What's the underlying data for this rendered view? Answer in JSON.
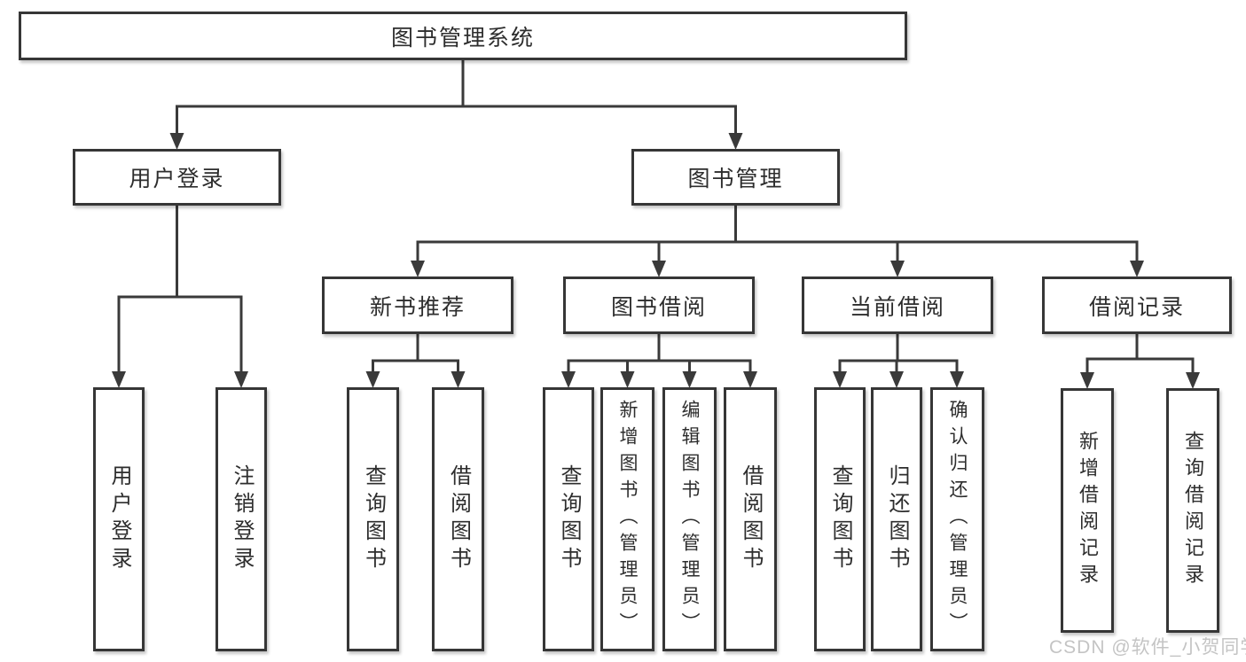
{
  "diagram": {
    "root": {
      "label": "图书管理系统"
    },
    "level2": [
      {
        "label": "用户登录"
      },
      {
        "label": "图书管理"
      }
    ],
    "level3": [
      {
        "label": "新书推荐"
      },
      {
        "label": "图书借阅"
      },
      {
        "label": "当前借阅"
      },
      {
        "label": "借阅记录"
      }
    ],
    "leaves": [
      {
        "parent": "用户登录",
        "label": "用户登录"
      },
      {
        "parent": "用户登录",
        "label": "注销登录"
      },
      {
        "parent": "新书推荐",
        "label": "查询图书"
      },
      {
        "parent": "新书推荐",
        "label": "借阅图书"
      },
      {
        "parent": "图书借阅",
        "label": "查询图书"
      },
      {
        "parent": "图书借阅",
        "label": "新增图书（管理员）"
      },
      {
        "parent": "图书借阅",
        "label": "编辑图书（管理员）"
      },
      {
        "parent": "图书借阅",
        "label": "借阅图书"
      },
      {
        "parent": "当前借阅",
        "label": "查询图书"
      },
      {
        "parent": "当前借阅",
        "label": "归还图书"
      },
      {
        "parent": "当前借阅",
        "label": "确认归还（管理员）"
      },
      {
        "parent": "借阅记录",
        "label": "新增借阅记录"
      },
      {
        "parent": "借阅记录",
        "label": "查询借阅记录"
      }
    ],
    "watermark": "CSDN @软件_小贺同学",
    "colors": {
      "line": "#3a3a3a",
      "border": "#363636",
      "text": "#2d2d2d",
      "watermark": "#c4c4c4",
      "background": "#ffffff"
    }
  }
}
